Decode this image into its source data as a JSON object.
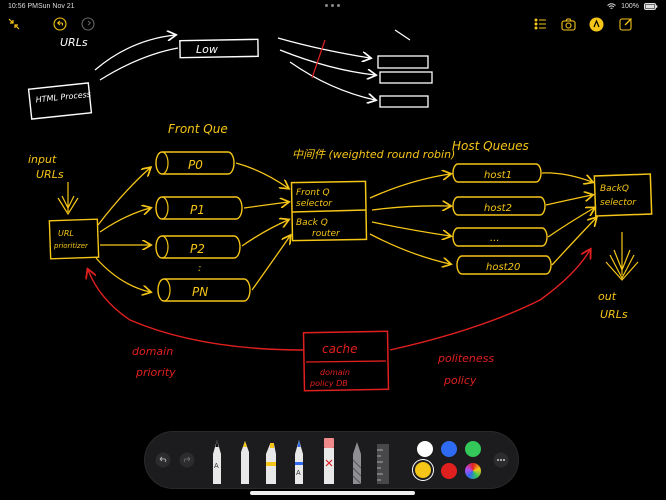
{
  "status_bar": {
    "time": "10:56 PM",
    "date": "Sun Nov 21",
    "battery": "100%"
  },
  "toolbar": {
    "left_icons": [
      "collapse-icon",
      "undo-icon",
      "redo-icon"
    ],
    "right_icons": [
      "checklist-icon",
      "camera-icon",
      "markup-icon",
      "compose-icon"
    ]
  },
  "sketch": {
    "top": {
      "urls_text": "URLs",
      "html_process": "HTML Process",
      "low_box": "Low"
    },
    "left": {
      "input_urls": "input URLs",
      "url_prioritizer": "URL prioritizer",
      "domain_priority": "domain priority"
    },
    "front_queue": {
      "title": "Front Que",
      "queues": [
        "P0",
        "P1",
        "P2",
        "PN"
      ],
      "ellipsis": ":"
    },
    "middleware": {
      "title": "中间件 (weighted round robin)",
      "selector": "Front Q selector",
      "router": "Back Q router"
    },
    "host_queues": {
      "title": "Host Queues",
      "queues": [
        "host1",
        "host2",
        "...",
        "host20"
      ]
    },
    "back_selector": {
      "label": "BackQ selector",
      "out_urls": "out URLs"
    },
    "cache": {
      "label": "cache",
      "db": "domain policy DB",
      "politeness": "politeness policy"
    }
  },
  "palette": {
    "colors": {
      "white": "#ffffff",
      "blue": "#2f6bf2",
      "green": "#34c759",
      "yellow": "#f5c518",
      "red": "#e0201f"
    },
    "tools": [
      "pen-tool",
      "marker-tool",
      "highlighter-tool",
      "pencil-tool",
      "eraser-tool",
      "lasso-tool",
      "ruler-tool"
    ],
    "tool_letters": {
      "pen": "A",
      "pencil": "A"
    }
  },
  "ink": {
    "yellow": "#f5c518",
    "red": "#e0201f",
    "white": "#ffffff"
  }
}
